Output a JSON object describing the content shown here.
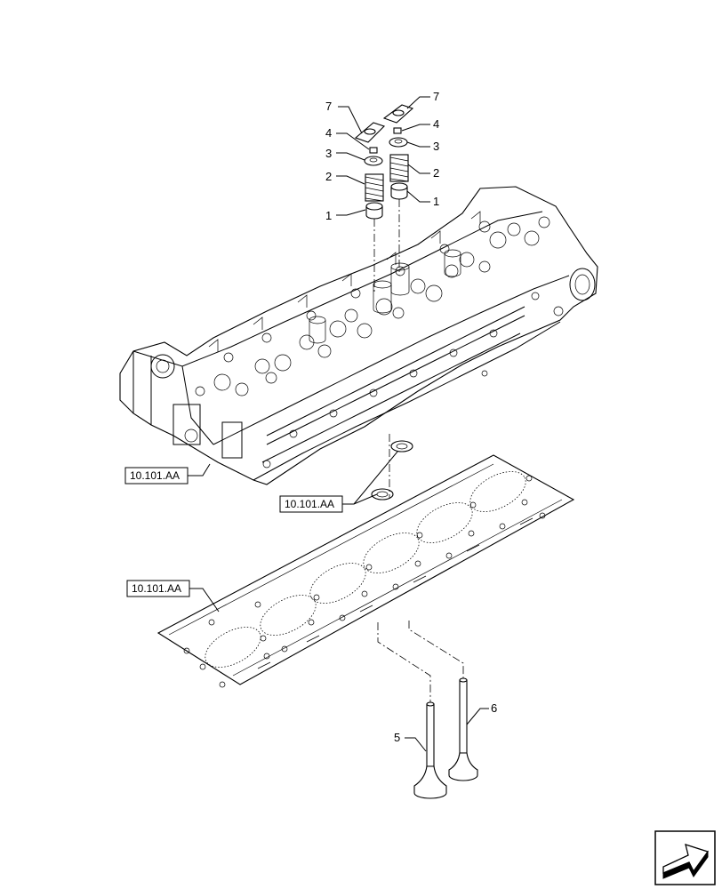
{
  "diagram": {
    "callouts": {
      "left_7": "7",
      "left_4": "4",
      "left_3": "3",
      "left_2": "2",
      "left_1": "1",
      "right_7": "7",
      "right_4": "4",
      "right_3": "3",
      "right_2": "2",
      "right_1": "1",
      "valve_5": "5",
      "valve_6": "6"
    },
    "references": {
      "ref_head": "10.101.AA",
      "ref_seal": "10.101.AA",
      "ref_gasket": "10.101.AA"
    }
  },
  "nav": {
    "icon": "page-navigation-arrow-icon"
  }
}
